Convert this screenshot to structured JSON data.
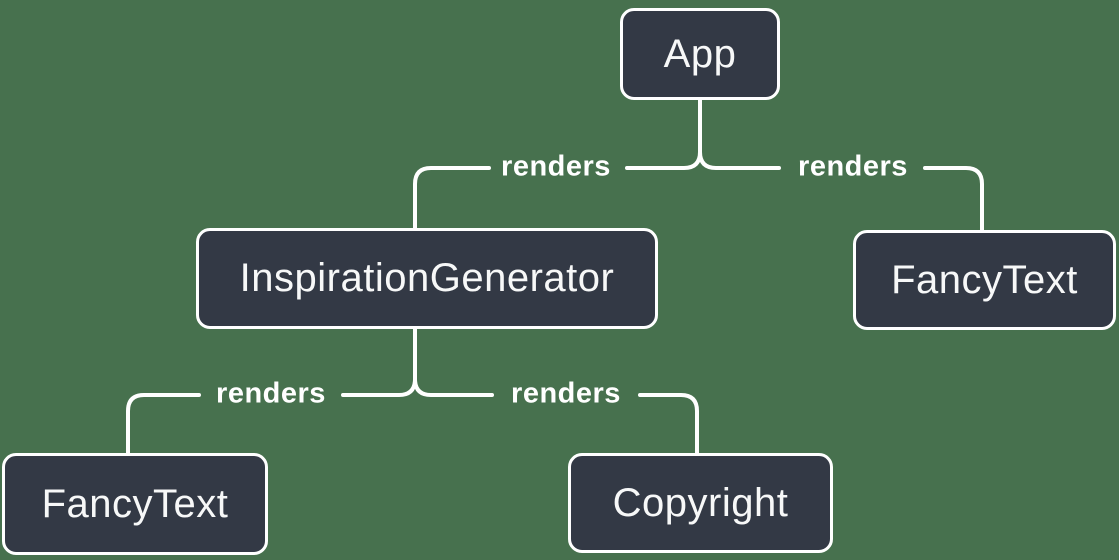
{
  "diagram": {
    "description": "React component render tree",
    "colors": {
      "background": "#47714E",
      "node_fill": "#333945",
      "node_border": "#FFFFFF",
      "node_text": "#F7F8F8",
      "edge_line": "#FFFFFF",
      "edge_label_text": "#FFFFFF"
    },
    "nodes": [
      {
        "id": "app",
        "label": "App"
      },
      {
        "id": "inspiration-generator",
        "label": "InspirationGenerator"
      },
      {
        "id": "fancy-text-top-right",
        "label": "FancyText"
      },
      {
        "id": "fancy-text-bottom-left",
        "label": "FancyText"
      },
      {
        "id": "copyright",
        "label": "Copyright"
      }
    ],
    "edges": [
      {
        "from": "App",
        "to": "InspirationGenerator",
        "label": "renders"
      },
      {
        "from": "App",
        "to": "FancyText",
        "label": "renders"
      },
      {
        "from": "InspirationGenerator",
        "to": "FancyText",
        "label": "renders"
      },
      {
        "from": "InspirationGenerator",
        "to": "Copyright",
        "label": "renders"
      }
    ]
  }
}
